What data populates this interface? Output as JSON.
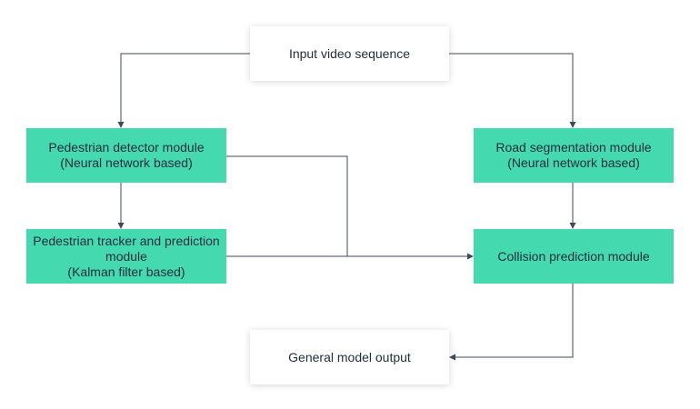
{
  "diagram": {
    "nodes": {
      "input": {
        "title": "Input video sequence"
      },
      "pedestrian_detector": {
        "title": "Pedestrian detector module",
        "subtitle": "(Neural network based)"
      },
      "road_segmentation": {
        "title": "Road segmentation module",
        "subtitle": "(Neural network based)"
      },
      "pedestrian_tracker": {
        "title": "Pedestrian tracker and prediction module",
        "subtitle": "(Kalman filter based)"
      },
      "collision_prediction": {
        "title": "Collision prediction module"
      },
      "output": {
        "title": "General model output"
      }
    },
    "edges": [
      {
        "from": "input",
        "to": "pedestrian_detector"
      },
      {
        "from": "input",
        "to": "road_segmentation"
      },
      {
        "from": "pedestrian_detector",
        "to": "pedestrian_tracker"
      },
      {
        "from": "pedestrian_detector",
        "to": "collision_prediction"
      },
      {
        "from": "pedestrian_tracker",
        "to": "collision_prediction"
      },
      {
        "from": "road_segmentation",
        "to": "collision_prediction"
      },
      {
        "from": "collision_prediction",
        "to": "output"
      }
    ],
    "colors": {
      "module_fill": "#45d9b0",
      "io_fill": "#ffffff",
      "connector": "#3d4a5c",
      "text": "#1f2d3d"
    }
  }
}
